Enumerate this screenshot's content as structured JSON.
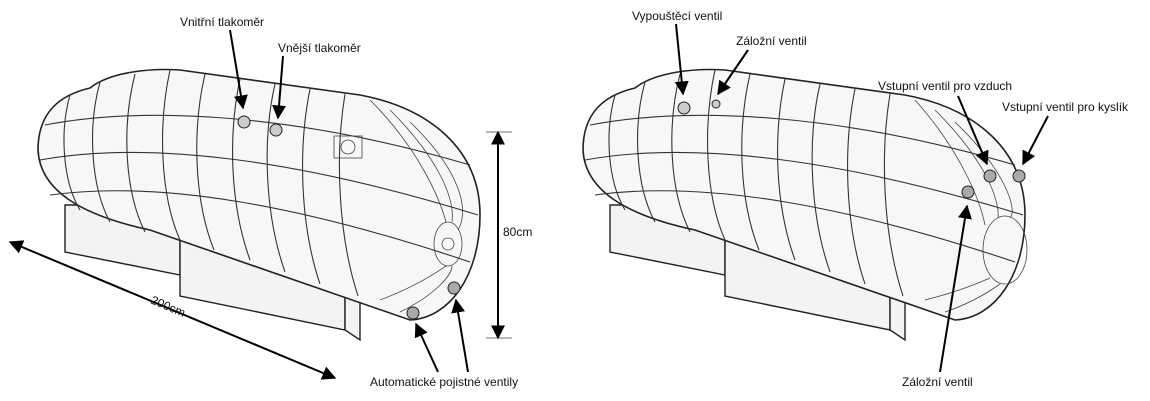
{
  "left_diagram": {
    "labels": {
      "inner_gauge": "Vnitřní tlakoměr",
      "outer_gauge": "Vnější tlakoměr",
      "safety_valves": "Automatické pojistné ventily"
    },
    "dimensions": {
      "length": "200cm",
      "height": "80cm"
    }
  },
  "right_diagram": {
    "labels": {
      "release_valve": "Vypouštěcí ventil",
      "backup_valve_top": "Záložní ventil",
      "air_inlet_valve": "Vstupní ventil pro vzduch",
      "oxygen_inlet_valve": "Vstupní ventil pro kyslík",
      "backup_valve_bottom": "Záložní ventil"
    }
  }
}
